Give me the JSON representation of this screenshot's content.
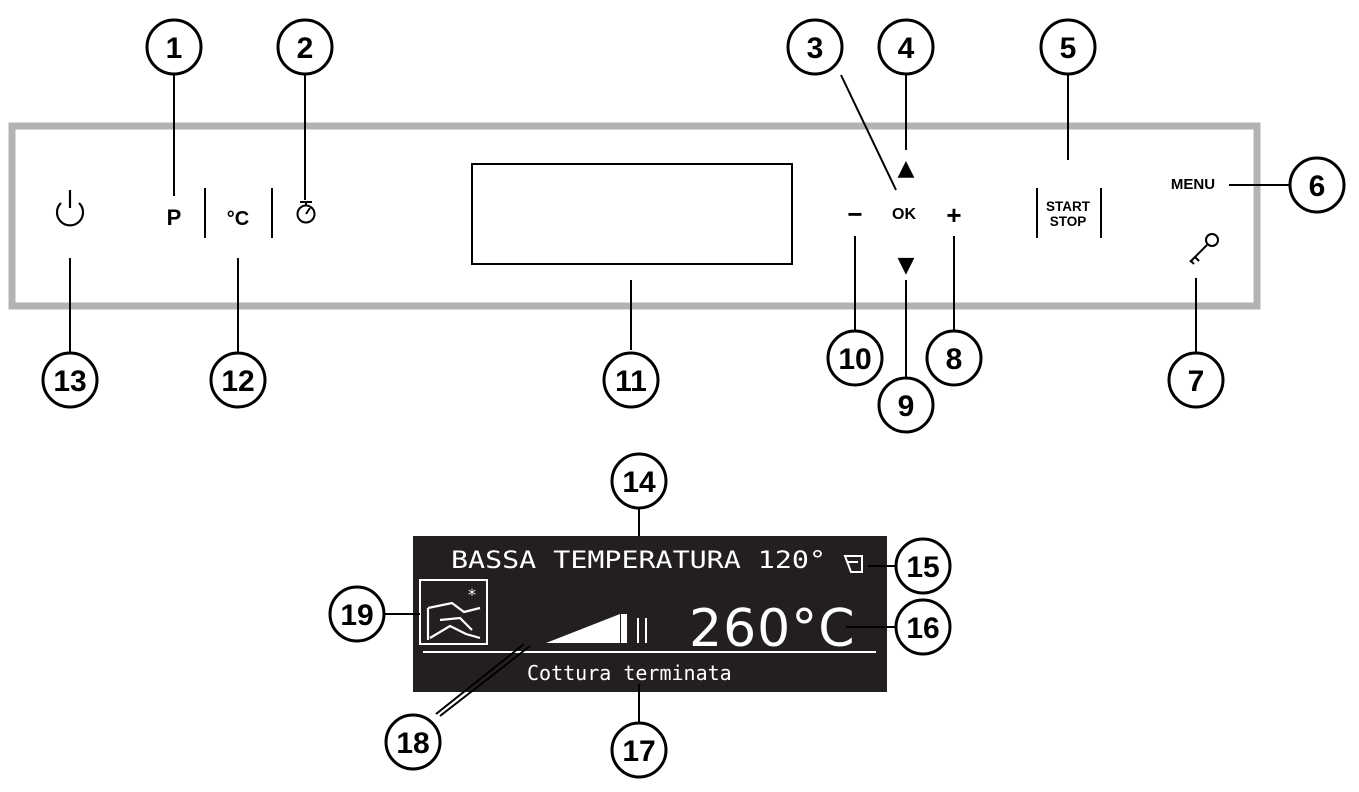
{
  "panel": {
    "power_icon": "power-icon",
    "program_label": "P",
    "temperature_label": "°C",
    "timer_icon": "timer-icon",
    "minus_label": "−",
    "ok_label": "OK",
    "plus_label": "+",
    "up_arrow": "▲",
    "down_arrow": "▼",
    "start_label": "START",
    "stop_label": "STOP",
    "menu_label": "MENU",
    "key_icon": "key-icon",
    "panel_border_color": "#b3b3b3"
  },
  "display": {
    "program_line": "BASSA TEMPERATURA 120°",
    "temperature": "260°C",
    "status": "Cottura terminata",
    "background_color": "#231f20",
    "text_color": "#ffffff"
  },
  "callouts": [
    "1",
    "2",
    "3",
    "4",
    "5",
    "6",
    "7",
    "8",
    "9",
    "10",
    "11",
    "12",
    "13",
    "14",
    "15",
    "16",
    "17",
    "18",
    "19"
  ]
}
